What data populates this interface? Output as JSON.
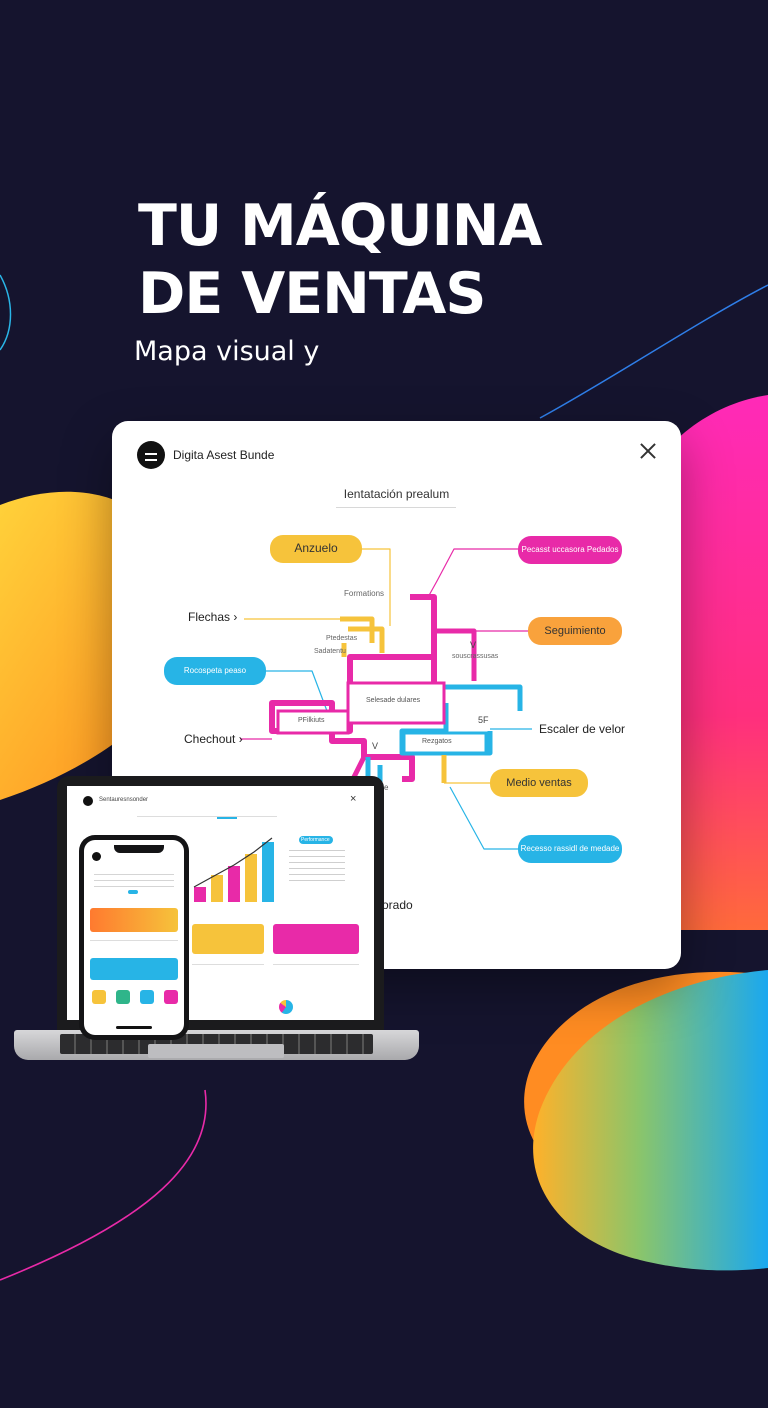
{
  "colors": {
    "background": "#15142e",
    "yellow": "#f6c33b",
    "orange": "#f9a23c",
    "magenta": "#e82aa8",
    "cyan": "#27b4e6",
    "text_dark": "#222222"
  },
  "hero": {
    "headline_line1": "TU MÁQUINA",
    "headline_line2": "DE VENTAS",
    "subline": "Mapa visual y"
  },
  "card": {
    "brand_icon": "brand-logo-icon",
    "brand_name": "Digita Asest Bunde",
    "close_icon": "close-icon",
    "title": "Ientatación prealum",
    "nodes": {
      "anzuelo": "Anzuelo",
      "top_right": "Pecasst uccasora Pedados",
      "seguimiento": "Seguimiento",
      "left_cyan": "Rocospeta peaso",
      "escalera": "Escaler de velor",
      "medio_ventas": "Medio ventas",
      "bottom_right": "Recesso rassidl de medade"
    },
    "labels": {
      "flechas": "Flechas",
      "flechas_arrow": "›",
      "formations": "Formations",
      "dot_note": "Ptedestas",
      "rd_label": "Sadatentu",
      "mid_note": "souscrassusas",
      "v_mark": "V",
      "center_box": "Selesade dulares",
      "pfilkiuts": "PFilkiuts",
      "five_mark": "5F",
      "rezgatos": "Rezgatos",
      "checkout": "Chechout",
      "checkout_arrow": "›",
      "v_mark_2": "V",
      "dele": "Dele",
      "morado": "Morado"
    }
  },
  "laptop": {
    "screen_header": "Sentauresnsonder",
    "dot_icon": "brand-logo-icon",
    "close_icon": "close-icon",
    "chart_label": "Performance",
    "chart_bars": [
      0.25,
      0.45,
      0.6,
      0.8,
      1.0
    ]
  },
  "phone": {
    "logo_icon": "brand-logo-icon",
    "app_icons": [
      "app-icon-1",
      "app-icon-2",
      "app-icon-3",
      "app-icon-4"
    ]
  }
}
